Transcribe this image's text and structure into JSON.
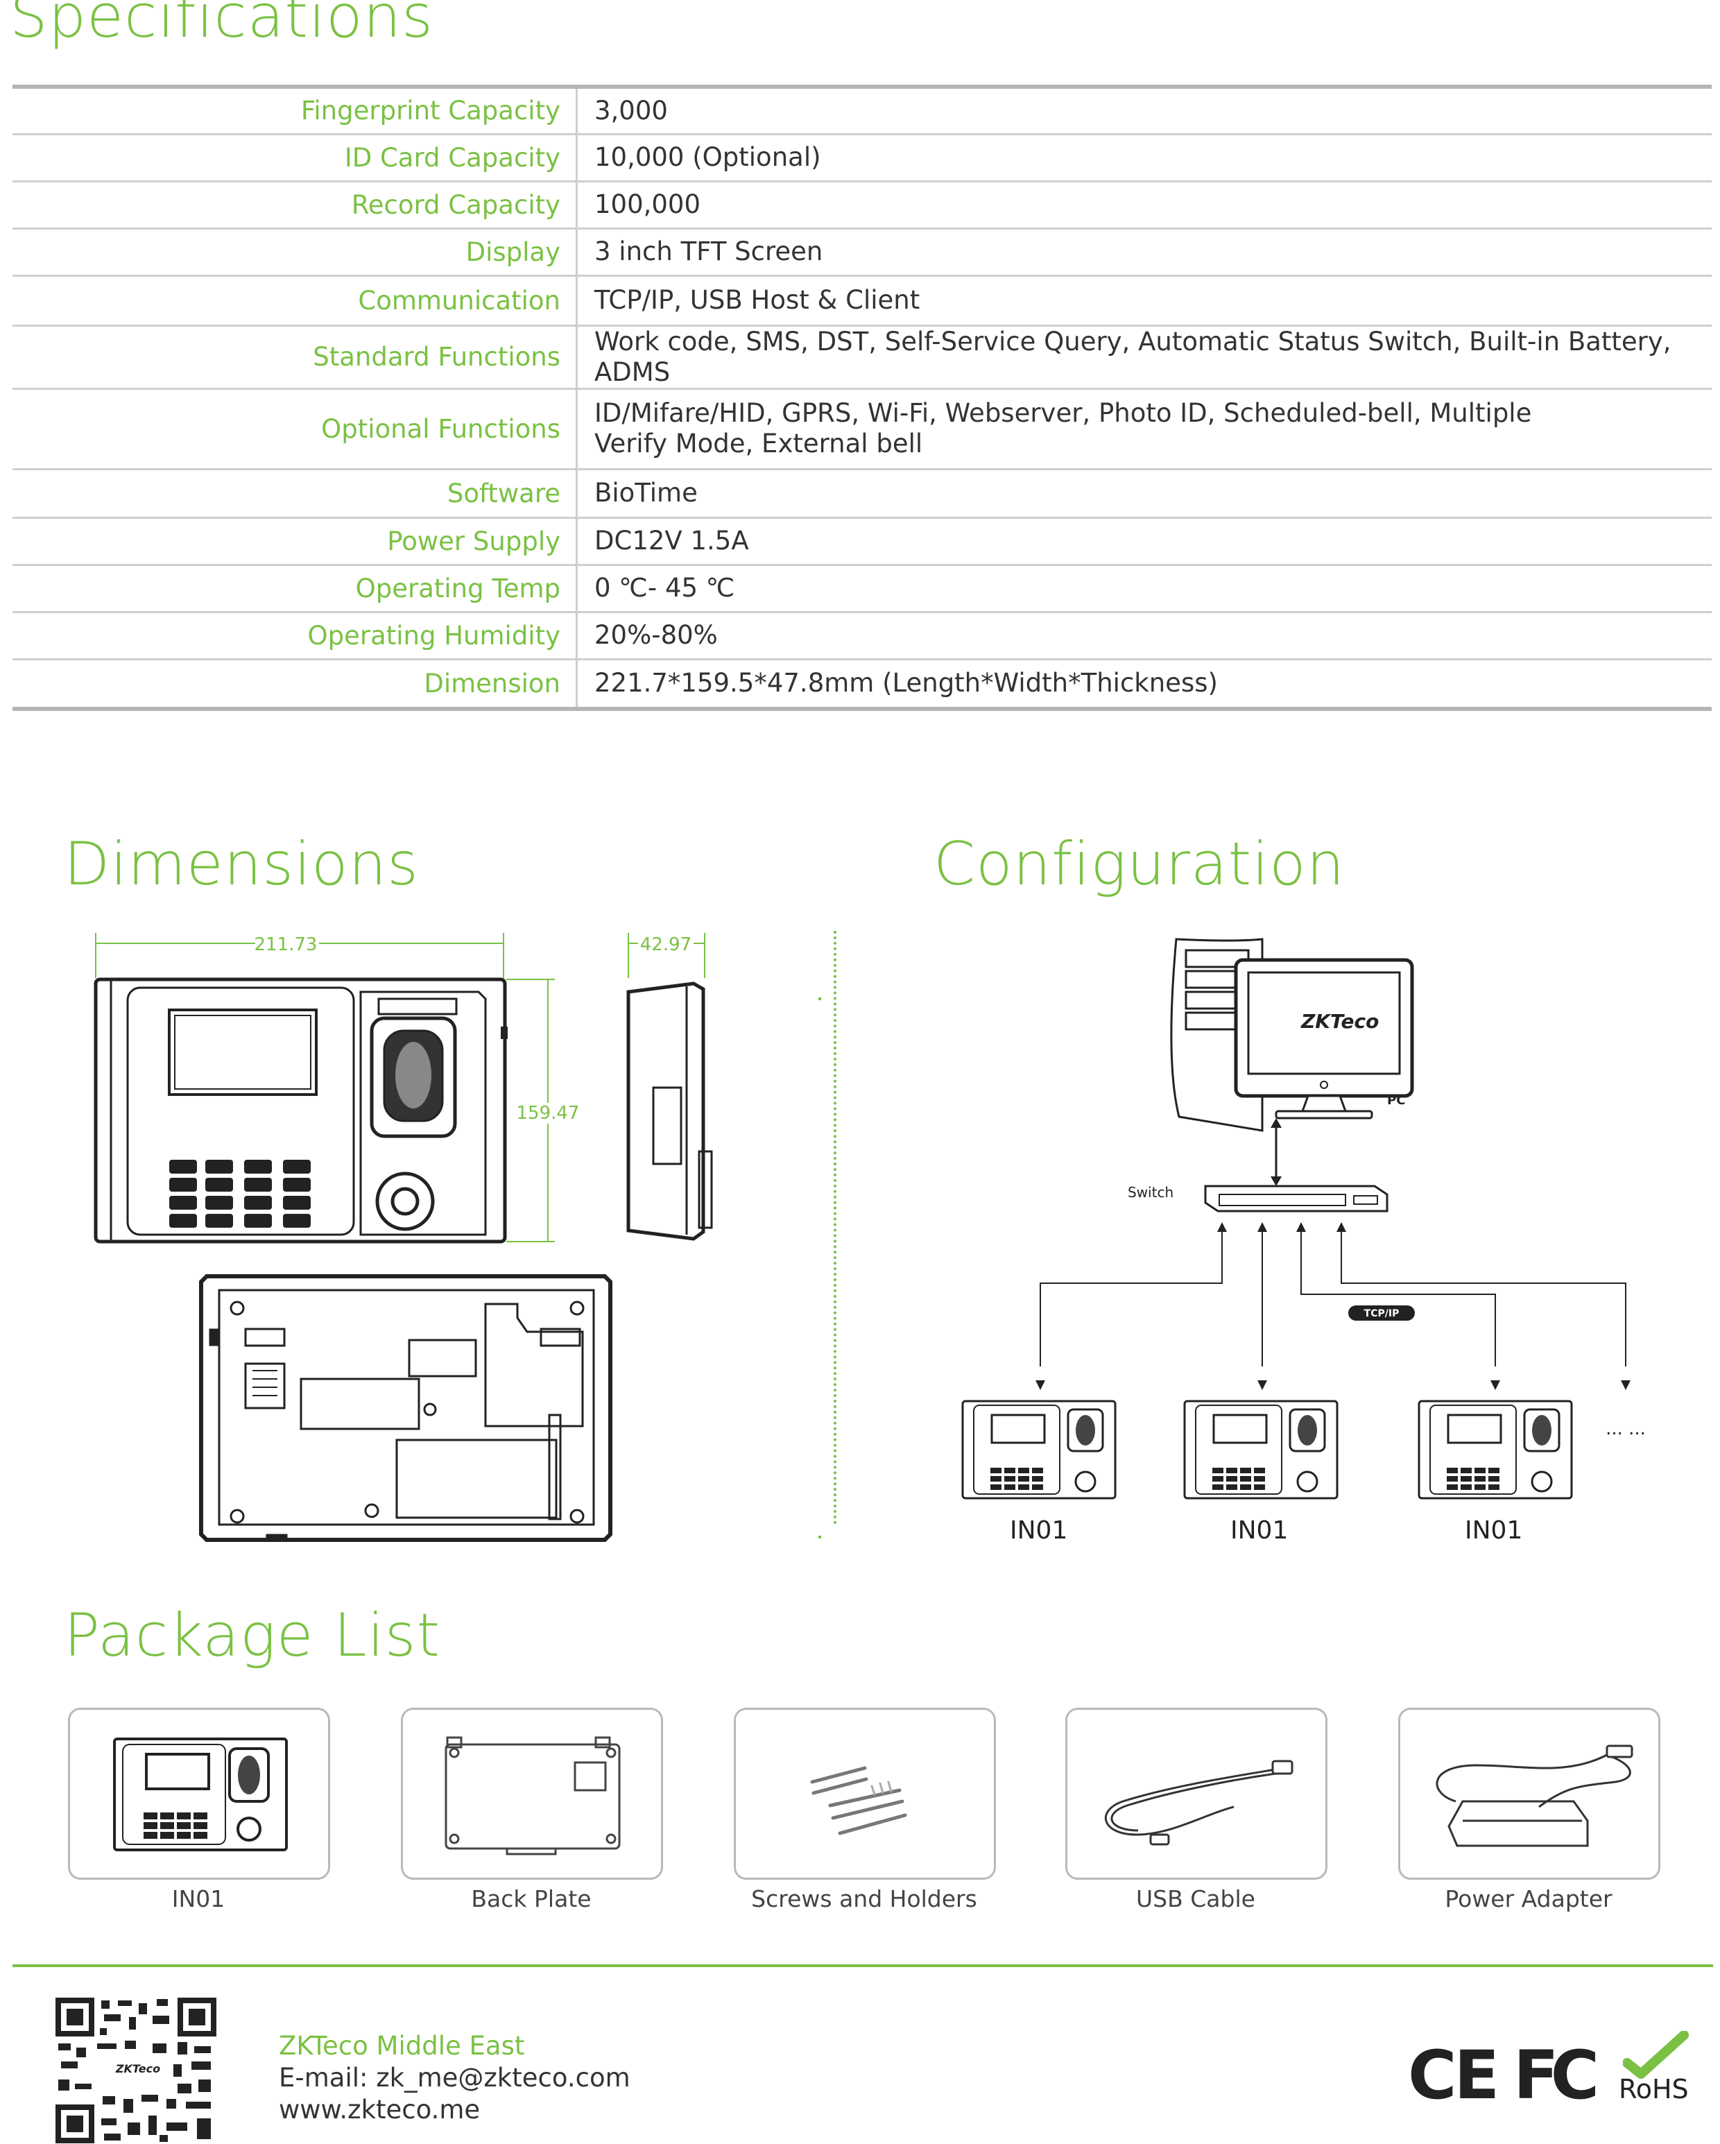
{
  "specifications": {
    "title": "Specifications",
    "rows": [
      {
        "label": "Fingerprint Capacity",
        "value": "3,000"
      },
      {
        "label": "ID Card Capacity",
        "value": "10,000 (Optional)"
      },
      {
        "label": "Record Capacity",
        "value": "100,000"
      },
      {
        "label": "Display",
        "value": "3 inch TFT Screen"
      },
      {
        "label": "Communication",
        "value": "TCP/IP, USB Host & Client"
      },
      {
        "label": "Standard Functions",
        "value": "Work code, SMS, DST, Self-Service Query, Automatic Status Switch, Built-in Battery, ADMS"
      },
      {
        "label": "Optional Functions",
        "value": "ID/Mifare/HID, GPRS, Wi-Fi, Webserver, Photo ID, Scheduled-bell, Multiple Verify Mode, External bell"
      },
      {
        "label": "Software",
        "value": "BioTime"
      },
      {
        "label": "Power Supply",
        "value": "DC12V 1.5A"
      },
      {
        "label": "Operating Temp",
        "value": "0 ℃- 45 ℃"
      },
      {
        "label": "Operating Humidity",
        "value": "20%-80%"
      },
      {
        "label": "Dimension",
        "value": "221.7*159.5*47.8mm (Length*Width*Thickness)"
      }
    ]
  },
  "dimensions": {
    "title": "Dimensions",
    "width_label": "211.73",
    "height_label": "159.47",
    "depth_label": "42.97"
  },
  "configuration": {
    "title": "Configuration",
    "pc_label": "PC",
    "monitor_brand": "ZKTeco",
    "switch_label": "Switch",
    "protocol_label": "TCP/IP",
    "device_labels": [
      "IN01",
      "IN01",
      "IN01"
    ],
    "more_label": "... ..."
  },
  "package_list": {
    "title": "Package List",
    "items": [
      "IN01",
      "Back Plate",
      "Screws and Holders",
      "USB Cable",
      "Power Adapter"
    ]
  },
  "footer": {
    "company": "ZKTeco Middle East",
    "email": "E-mail: zk_me@zkteco.com",
    "website": "www.zkteco.me",
    "qr_logo": "ZKTeco",
    "cert_ce": "CE",
    "cert_fc": "FC",
    "cert_rohs": "RoHS"
  },
  "colors": {
    "accent": "#7ac143",
    "rule": "#b5b5b5",
    "text": "#333333"
  }
}
